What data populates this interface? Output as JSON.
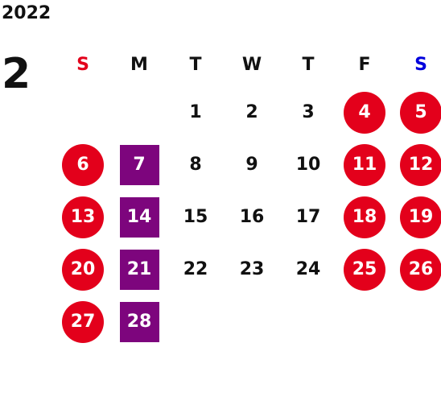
{
  "calendar": {
    "year": "2022",
    "month": "2",
    "weekdays": [
      "S",
      "M",
      "T",
      "W",
      "T",
      "F",
      "S"
    ],
    "colors": {
      "sunday_header": "#e3001b",
      "saturday_header": "#0000dd",
      "red_circle": "#e3001b",
      "purple_square": "#7d057d"
    },
    "first_weekday_index": 2,
    "days": [
      {
        "label": "1",
        "style": "plain"
      },
      {
        "label": "2",
        "style": "plain"
      },
      {
        "label": "3",
        "style": "plain"
      },
      {
        "label": "4",
        "style": "red-circle"
      },
      {
        "label": "5",
        "style": "red-circle"
      },
      {
        "label": "6",
        "style": "red-circle"
      },
      {
        "label": "7",
        "style": "purple-square"
      },
      {
        "label": "8",
        "style": "plain"
      },
      {
        "label": "9",
        "style": "plain"
      },
      {
        "label": "10",
        "style": "plain"
      },
      {
        "label": "11",
        "style": "red-circle"
      },
      {
        "label": "12",
        "style": "red-circle"
      },
      {
        "label": "13",
        "style": "red-circle"
      },
      {
        "label": "14",
        "style": "purple-square"
      },
      {
        "label": "15",
        "style": "plain"
      },
      {
        "label": "16",
        "style": "plain"
      },
      {
        "label": "17",
        "style": "plain"
      },
      {
        "label": "18",
        "style": "red-circle"
      },
      {
        "label": "19",
        "style": "red-circle"
      },
      {
        "label": "20",
        "style": "red-circle"
      },
      {
        "label": "21",
        "style": "purple-square"
      },
      {
        "label": "22",
        "style": "plain"
      },
      {
        "label": "23",
        "style": "plain"
      },
      {
        "label": "24",
        "style": "plain"
      },
      {
        "label": "25",
        "style": "red-circle"
      },
      {
        "label": "26",
        "style": "red-circle"
      },
      {
        "label": "27",
        "style": "red-circle"
      },
      {
        "label": "28",
        "style": "purple-square"
      }
    ]
  }
}
